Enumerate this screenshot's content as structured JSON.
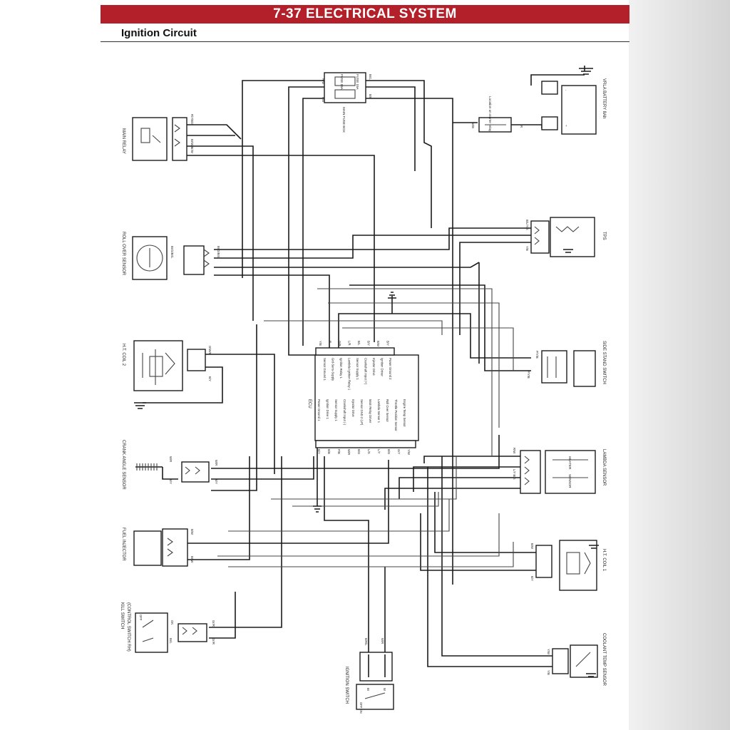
{
  "header": {
    "title": "7-37  ELECTRICAL SYSTEM"
  },
  "section": {
    "title": "Ignition Circuit"
  },
  "colors": {
    "header_bar": "#b3202a"
  },
  "components": {
    "main_relay": {
      "label": "MAIN RELAY",
      "wires_top": "R/Y/B/G",
      "wires_bottom": "Br/W/Br/W"
    },
    "roll_over_sensor": {
      "label": "ROLL OVER SENSOR",
      "wires": "Br/G/Br/L",
      "wires_conn": "Br/G/Br/L"
    },
    "ht_coil_2": {
      "label": "H.T. COIL 2",
      "wires_top": "O/W/B",
      "wires_bottom": "B/Y"
    },
    "crank_angle_sensor": {
      "label": "CRANK ANGLE SENSOR",
      "wire_a": "W/R",
      "wire_b": "B/Y",
      "wire_c": "W/R",
      "wire_d": "B/Y"
    },
    "fuel_injector": {
      "label": "FUEL INJECTOR",
      "wire_a": "B/W",
      "wire_b": "Br/W"
    },
    "kill_switch": {
      "label": "KILL SWITCH",
      "label2": "(CONTROL SWITCH RH)",
      "off": "OFF",
      "on": "ON",
      "wire_a": "Gr/R",
      "wire_b": "Gr/R",
      "wire_c": "Br/L"
    },
    "ignition_switch": {
      "label": "IGNITION SWITCH",
      "wire_a": "B/R/L",
      "wire_b": "W/R",
      "wire_c": "Br",
      "wire_d": "W",
      "positions": "OFF ON"
    },
    "main_fuse_box": {
      "label": "MAIN FUSE BOX",
      "fuse1": "FUSE 15A",
      "fuse2": "FUSE 15A",
      "wires": [
        "R/W",
        "R/B",
        "Br/L",
        "B/B"
      ]
    },
    "starter_relay": {
      "label": "Location on starter relay",
      "wire_a": "W/B",
      "wire_b": "R"
    },
    "battery": {
      "label": "VRLA BATTERY 8Ah"
    },
    "tps": {
      "label": "TPS",
      "wires": "B/L/Y/G",
      "wire_b": "Y/B"
    },
    "side_stand_switch": {
      "label": "SIDE STAND SWITCH",
      "wires": "P/Y/B",
      "wire_b": "P/Y/B"
    },
    "lambda_sensor": {
      "label": "LAMBDA SENSOR",
      "heater": "HEATER",
      "sensor": "SENSOR",
      "wires": "R/W",
      "wire_b": "L/Y B/G"
    },
    "ht_coil_1": {
      "label": "H.T. COIL 1",
      "wire_a": "B/W",
      "wire_b": "B/Y"
    },
    "coolant_temp_sensor": {
      "label": "COOLANT TEMP SENSOR",
      "wire_a": "Y/W",
      "wire_b": "Y/B"
    },
    "ecu": {
      "label": "ECU",
      "pins_top": [
        "Y/B",
        "R",
        "G/R",
        "L/R",
        "B/L",
        "B/Y",
        "B/W",
        "B/Y"
      ],
      "pins_bottom": [
        "B/Y",
        "B/B",
        "P/B",
        "W/R",
        "B/G",
        "L/G",
        "L/Y",
        "B/G",
        "G/Y",
        "Y/W"
      ],
      "left_col": [
        "Sensor Ground 1",
        "Grd-Sens-Supply",
        "Ignition Relay 1",
        "Lambda Ignition Relay 1",
        "Sensor Supply 1",
        "Crankshaft Input (+)",
        "Injector Drive",
        "Ignition Driver",
        "Power Ground 2"
      ],
      "right_col": [
        "Power Ground 1",
        "Ignition Drive 1",
        "Sensor Supply 1",
        "Crankshaft Input (-)",
        "Injector Drive",
        "Sensor GND 2 (LP)",
        "Main Relay Driver",
        "Lambda Sensor 1",
        "Roll Over Sensor",
        "Throttle Position Sensor",
        "Engine Temp Sensor"
      ]
    }
  }
}
